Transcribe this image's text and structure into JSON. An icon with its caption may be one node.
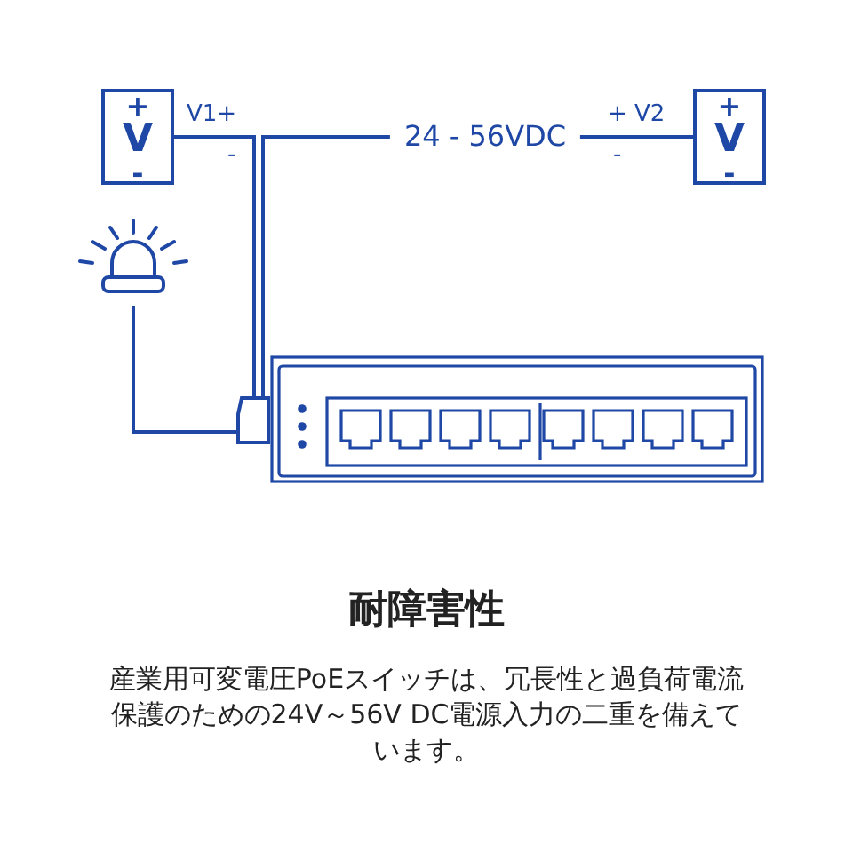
{
  "diagram": {
    "title": "耐障害性",
    "caption": "産業用可変電圧PoEスイッチは、冗長性と過負荷電流保護のための24V～56V DC電源入力の二重を備えています。",
    "nodes": [
      {
        "text": [
          "+",
          "V",
          "-"
        ]
      },
      {
        "text": [
          "+",
          "V",
          "-"
        ]
      },
      {
        "text": [],
        "shape": "picture"
      },
      {
        "text": [],
        "shape": "box"
      },
      {
        "text": [],
        "shape": "box"
      }
    ],
    "edges": [
      {
        "from": 0,
        "to": 3,
        "arrow": "none"
      },
      {
        "from": 1,
        "to": 3,
        "arrow": "none",
        "label": "24 - 56VDC"
      },
      {
        "from": 2,
        "to": 3,
        "arrow": "none"
      }
    ],
    "labels": [
      "V1+",
      "+ V2",
      "-",
      "-"
    ]
  }
}
